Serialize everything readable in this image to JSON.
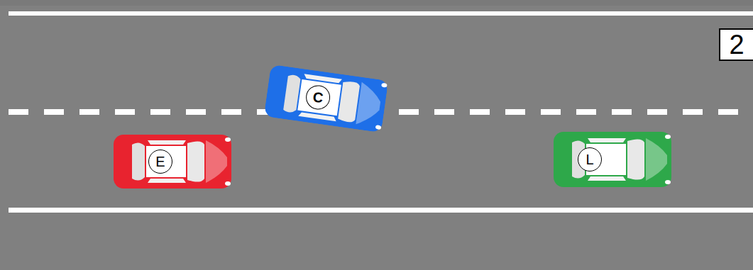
{
  "diagram": {
    "nodes": [
      {
        "text": [
          "2"
        ]
      },
      {
        "text": [
          "C"
        ]
      },
      {
        "text": [
          "E"
        ]
      },
      {
        "text": [
          "L"
        ]
      }
    ]
  }
}
